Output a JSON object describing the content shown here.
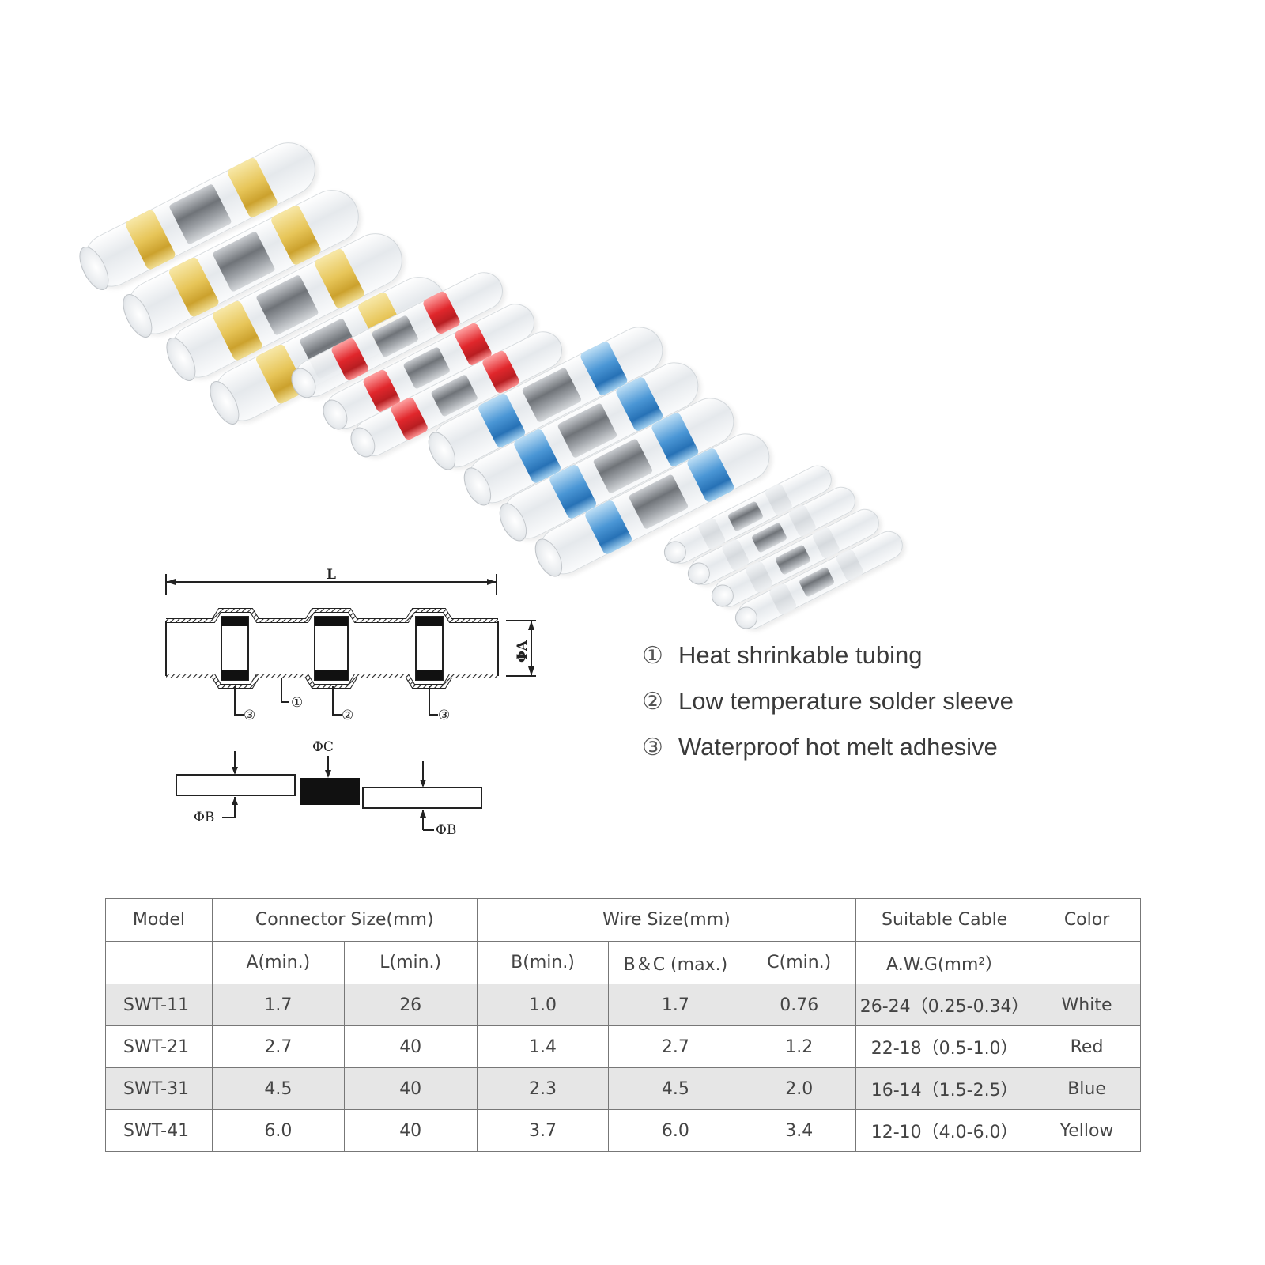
{
  "diagram": {
    "length_label": "L",
    "diameter_a_label": "ΦA",
    "diameter_b_label": "ΦB",
    "diameter_c_label": "ΦC",
    "callouts": [
      "③",
      "①",
      "②",
      "③"
    ]
  },
  "legend": {
    "items": [
      {
        "num": "①",
        "text": "Heat shrinkable tubing"
      },
      {
        "num": "②",
        "text": "Low temperature solder sleeve"
      },
      {
        "num": "③",
        "text": "Waterproof hot melt adhesive"
      }
    ]
  },
  "table": {
    "header1": {
      "model": "Model",
      "connector_size": "Connector Size(mm)",
      "wire_size": "Wire Size(mm)",
      "suitable_cable": "Suitable Cable",
      "color": "Color"
    },
    "header2": {
      "a_min": "A(min.)",
      "l_min": "L(min.)",
      "b_min": "B(min.)",
      "bc_max": "B＆C (max.)",
      "c_min": "C(min.)",
      "awg": "A.W.G(mm²）"
    },
    "rows": [
      {
        "model": "SWT-11",
        "a": "1.7",
        "l": "26",
        "b": "1.0",
        "bc": "1.7",
        "c": "0.76",
        "awg": "26-24（0.25-0.34）",
        "color": "White"
      },
      {
        "model": "SWT-21",
        "a": "2.7",
        "l": "40",
        "b": "1.4",
        "bc": "2.7",
        "c": "1.2",
        "awg": "22-18（0.5-1.0）",
        "color": "Red"
      },
      {
        "model": "SWT-31",
        "a": "4.5",
        "l": "40",
        "b": "2.3",
        "bc": "4.5",
        "c": "2.0",
        "awg": "16-14（1.5-2.5）",
        "color": "Blue"
      },
      {
        "model": "SWT-41",
        "a": "6.0",
        "l": "40",
        "b": "3.7",
        "bc": "6.0",
        "c": "3.4",
        "awg": "12-10（4.0-6.0）",
        "color": "Yellow"
      }
    ]
  },
  "colors": {
    "yellow_band": "#e7c24c",
    "red_band": "#e0161b",
    "blue_band": "#3d8fd3",
    "table_border": "#777777",
    "row_shade": "#e6e6e6"
  }
}
